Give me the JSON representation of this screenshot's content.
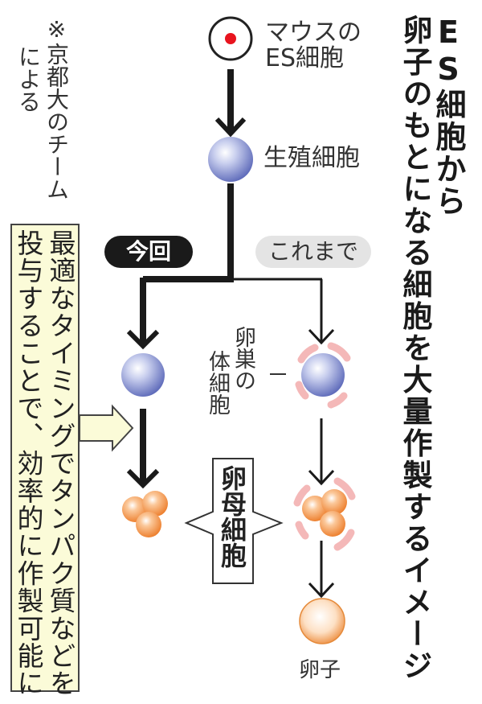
{
  "title": {
    "line1": "ES細胞から",
    "line2": "卵子のもとになる細胞を大量作製するイメージ"
  },
  "source_note": {
    "line1": "※京都大のチーム",
    "line2": "による"
  },
  "callout": {
    "line1": "最適なタイミングでタンパク質などを",
    "line2": "投与することで、効率的に作製可能に"
  },
  "flow": {
    "start_label_1": "マウスの",
    "start_label_2": "ES細胞",
    "germ_cell_label": "生殖細胞",
    "branch_new": "今回",
    "branch_old": "これまで",
    "ovary_label_1": "卵巣の",
    "ovary_label_2": "体細胞",
    "oocyte_label": "卵母細胞",
    "egg_label": "卵子"
  },
  "colors": {
    "callout_bg": "#fbfbd8",
    "red_dot": "#e8141e",
    "sphere_blue": "#6f7fc8",
    "sphere_orange": "#f0883a",
    "somatic_pink": "#f4b8b8",
    "pill_dark": "#1a1a1a",
    "pill_light": "#e4e4e4"
  }
}
